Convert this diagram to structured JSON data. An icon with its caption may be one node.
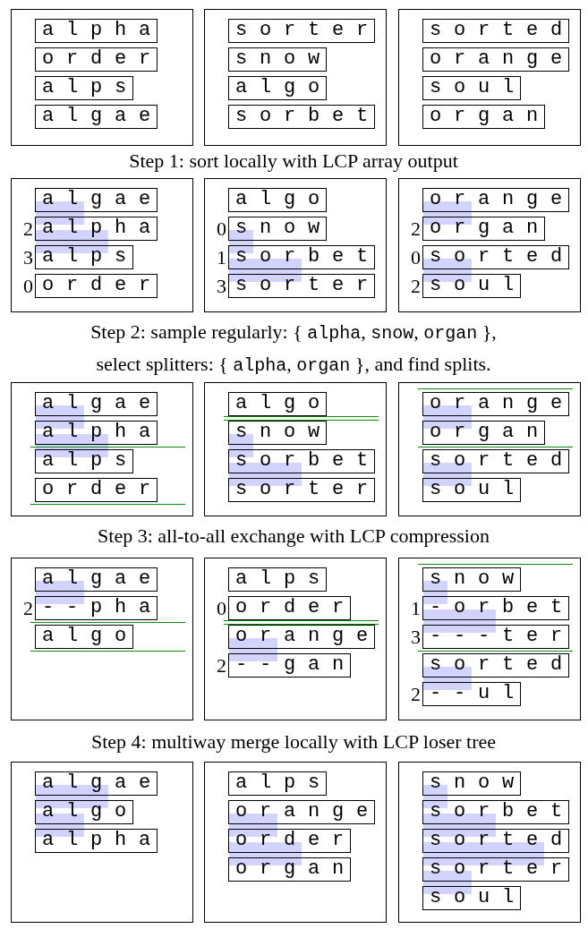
{
  "diagram": {
    "nodes": [
      {
        "text": [],
        "shape": "box"
      },
      {
        "text": [
          "alpha"
        ],
        "in": 0
      },
      {
        "text": [
          "order"
        ],
        "in": 0
      },
      {
        "text": [
          "alps"
        ],
        "in": 0
      },
      {
        "text": [
          "algae"
        ],
        "in": 0
      },
      {
        "text": [],
        "shape": "box"
      },
      {
        "text": [
          "sorter"
        ],
        "in": 5
      },
      {
        "text": [
          "snow"
        ],
        "in": 5
      },
      {
        "text": [
          "algo"
        ],
        "in": 5
      },
      {
        "text": [
          "sorbet"
        ],
        "in": 5
      },
      {
        "text": [],
        "shape": "box"
      },
      {
        "text": [
          "sorted"
        ],
        "in": 10
      },
      {
        "text": [
          "orange"
        ],
        "in": 10
      },
      {
        "text": [
          "soul"
        ],
        "in": 10
      },
      {
        "text": [
          "organ"
        ],
        "in": 10
      },
      {
        "text": [],
        "shape": "box"
      },
      {
        "text": [
          "algae"
        ],
        "in": 15
      },
      {
        "text": [
          "alpha"
        ],
        "in": 15,
        "beside": [
          "2"
        ]
      },
      {
        "text": [
          "alps"
        ],
        "in": 15,
        "beside": [
          "3"
        ]
      },
      {
        "text": [
          "order"
        ],
        "in": 15,
        "beside": [
          "0"
        ]
      },
      {
        "text": [],
        "shape": "box"
      },
      {
        "text": [
          "algo"
        ],
        "in": 20
      },
      {
        "text": [
          "snow"
        ],
        "in": 20,
        "beside": [
          "0"
        ]
      },
      {
        "text": [
          "sorbet"
        ],
        "in": 20,
        "beside": [
          "1"
        ]
      },
      {
        "text": [
          "sorter"
        ],
        "in": 20,
        "beside": [
          "3"
        ]
      },
      {
        "text": [],
        "shape": "box"
      },
      {
        "text": [
          "orange"
        ],
        "in": 25
      },
      {
        "text": [
          "organ"
        ],
        "in": 25,
        "beside": [
          "2"
        ]
      },
      {
        "text": [
          "sorted"
        ],
        "in": 25,
        "beside": [
          "0"
        ]
      },
      {
        "text": [
          "soul"
        ],
        "in": 25,
        "beside": [
          "2"
        ]
      },
      {
        "text": [],
        "shape": "box"
      },
      {
        "text": [
          "algae"
        ],
        "in": 30
      },
      {
        "text": [
          "alpha"
        ],
        "in": 30
      },
      {
        "text": [
          "alps"
        ],
        "in": 30
      },
      {
        "text": [
          "order"
        ],
        "in": 30
      },
      {
        "text": [],
        "shape": "box"
      },
      {
        "text": [
          "algo"
        ],
        "in": 35
      },
      {
        "text": [
          "snow"
        ],
        "in": 35
      },
      {
        "text": [
          "sorbet"
        ],
        "in": 35
      },
      {
        "text": [
          "sorter"
        ],
        "in": 35
      },
      {
        "text": [],
        "shape": "box"
      },
      {
        "text": [
          "orange"
        ],
        "in": 40
      },
      {
        "text": [
          "organ"
        ],
        "in": 40
      },
      {
        "text": [
          "sorted"
        ],
        "in": 40
      },
      {
        "text": [
          "soul"
        ],
        "in": 40
      },
      {
        "text": [],
        "shape": "box"
      },
      {
        "text": [
          "algae"
        ],
        "in": 45
      },
      {
        "text": [
          "--pha"
        ],
        "in": 45,
        "beside": [
          "2"
        ]
      },
      {
        "text": [
          "algo"
        ],
        "in": 45
      },
      {
        "text": [],
        "shape": "box"
      },
      {
        "text": [
          "alps"
        ],
        "in": 49
      },
      {
        "text": [
          "order"
        ],
        "in": 49,
        "beside": [
          "0"
        ]
      },
      {
        "text": [
          "orange"
        ],
        "in": 49
      },
      {
        "text": [
          "--gan"
        ],
        "in": 49,
        "beside": [
          "2"
        ]
      },
      {
        "text": [],
        "shape": "box"
      },
      {
        "text": [
          "snow"
        ],
        "in": 54
      },
      {
        "text": [
          "-orbet"
        ],
        "in": 54,
        "beside": [
          "1"
        ]
      },
      {
        "text": [
          "---ter"
        ],
        "in": 54,
        "beside": [
          "3"
        ]
      },
      {
        "text": [
          "sorted"
        ],
        "in": 54
      },
      {
        "text": [
          "--ul"
        ],
        "in": 54,
        "beside": [
          "2"
        ]
      },
      {
        "text": [],
        "shape": "box"
      },
      {
        "text": [
          "algae"
        ],
        "in": 60
      },
      {
        "text": [
          "algo"
        ],
        "in": 60
      },
      {
        "text": [
          "alpha"
        ],
        "in": 60
      },
      {
        "text": [],
        "shape": "box"
      },
      {
        "text": [
          "alps"
        ],
        "in": 64
      },
      {
        "text": [
          "orange"
        ],
        "in": 64
      },
      {
        "text": [
          "order"
        ],
        "in": 64
      },
      {
        "text": [
          "organ"
        ],
        "in": 64
      },
      {
        "text": [],
        "shape": "box"
      },
      {
        "text": [
          "snow"
        ],
        "in": 69
      },
      {
        "text": [
          "sorbet"
        ],
        "in": 69
      },
      {
        "text": [
          "sorted"
        ],
        "in": 69
      },
      {
        "text": [
          "sorter"
        ],
        "in": 69
      },
      {
        "text": [
          "soul"
        ],
        "in": 69
      }
    ],
    "labels": [
      "Step 1: sort locally with LCP array output",
      "Step 2: sample regularly: { *alpha*, *snow*, *organ* }, select splitters: { *alpha*, *organ* }, and find splits.",
      "Step 3: all-to-all exchange with LCP compression",
      "Step 4: multiway merge locally with LCP loser tree"
    ]
  }
}
